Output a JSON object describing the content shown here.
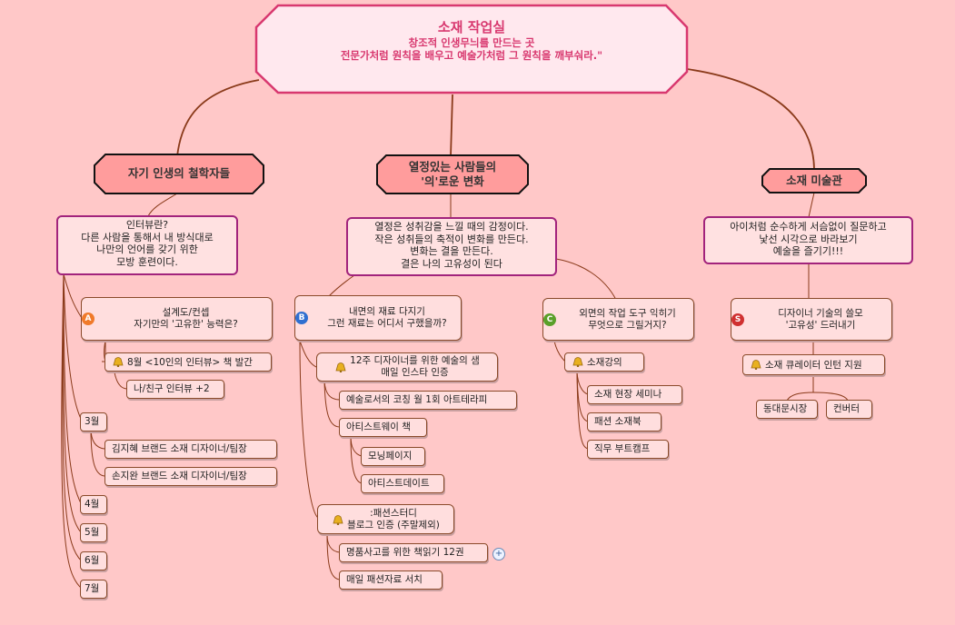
{
  "root": {
    "title": "소재 작업실",
    "line1": "창조적 인생무늬를 만드는 곳",
    "line2": "전문가처럼 원칙을 배우고 예술가처럼 그 원칙을 깨부숴라.\""
  },
  "main": {
    "left": "자기 인생의 철학자들",
    "center_l1": "열정있는 사람들의",
    "center_l2": "'의'로운 변화",
    "right": "소재 미술관"
  },
  "left": {
    "desc": [
      "인터뷰란?",
      "다른 사람을 통해서 내 방식대로",
      "나만의 언어를 갖기 위한",
      "모방 훈련이다."
    ],
    "a": {
      "marker": "A",
      "l1": "설계도/컨셉",
      "l2": "자기만의 '고유한' 능력은?"
    },
    "book": "8월 <10인의 인터뷰> 책 발간",
    "friend": "나/친구 인터뷰 +2",
    "months": [
      "3월",
      "4월",
      "5월",
      "6월",
      "7월"
    ],
    "march": [
      "김지혜 브랜드 소재 디자이너/팀장",
      "손지완 브랜드 소재 디자이너/팀장"
    ]
  },
  "center": {
    "desc": [
      "열정은 성취감을 느낄 때의 감정이다.",
      "작은 성취들의 축적이 변화를 만든다.",
      "변화는 결을 만든다.",
      "결은 나의 고유성이 된다"
    ],
    "b": {
      "marker": "B",
      "l1": "내면의 재료 다지기",
      "l2": "그런 재료는 어디서 구했을까?"
    },
    "c": {
      "marker": "C",
      "l1": "외면의 작업 도구 익히기",
      "l2": "무엇으로 그릴거지?"
    },
    "b1": {
      "l1": "12주 디자이너를 위한 예술의 샘",
      "l2": "매일 인스타 인증"
    },
    "b1_items": [
      "예술로서의 코칭 월 1회 아트테라피",
      "아티스트웨이 책"
    ],
    "artist_items": [
      "모닝페이지",
      "아티스트데이트"
    ],
    "b2": {
      "l1": ":패션스터디",
      "l2": "블로그 인증 (주말제외)"
    },
    "b2_items": [
      "명품사고를 위한 책읽기 12권",
      "매일 패션자료 서치"
    ],
    "c1": "소재강의",
    "c1_items": [
      "소재 현장 세미나",
      "패션 소재북",
      "직무 부트캠프"
    ]
  },
  "right": {
    "desc": [
      "아이처럼 순수하게 서슴없이 질문하고",
      "낯선 시각으로 바라보기",
      "예술을 즐기기!!!"
    ],
    "s": {
      "marker": "S",
      "l1": "디자이너 기술의 쓸모",
      "l2": "'고유성' 드러내기"
    },
    "intern": "소재 큐레이터 인턴 지원",
    "places": [
      "동대문시장",
      "컨버터"
    ]
  },
  "colors": {
    "background": "#ffc8c8",
    "root_text": "#d8386f",
    "main_fill": "#ff9c9c",
    "marker_a": "#f07a2a",
    "marker_b": "#2f6fd0",
    "marker_c": "#5aa02a",
    "marker_s": "#d03030",
    "line": "#8a3a1a"
  }
}
